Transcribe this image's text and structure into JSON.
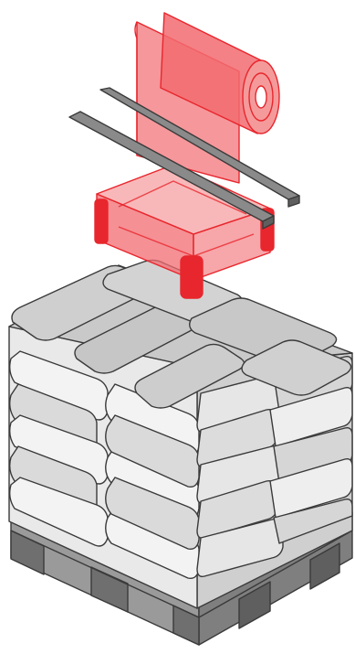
{
  "diagram": {
    "components": [
      {
        "id": "film-roll",
        "icon": "stretch-hood-film-roll-icon"
      },
      {
        "id": "guide-rails",
        "icon": "guide-rail-icon"
      },
      {
        "id": "film-hood",
        "icon": "film-hood-icon"
      },
      {
        "id": "sack-stack",
        "icon": "sack-stack-icon"
      },
      {
        "id": "pallet",
        "icon": "pallet-icon"
      }
    ],
    "sack_layers": 6,
    "colors": {
      "film": "#e8262d",
      "film_light": "#f59a9b",
      "film_fill": "#f26b70",
      "rail": "#8a8a8a",
      "rail_dark": "#5f5f5f",
      "sack_light": "#f1f1f1",
      "sack_mid": "#d2d2d2",
      "sack_top": "#c6c6c6",
      "outline": "#3a3a3a",
      "pallet": "#9a9a9a",
      "pallet_dark": "#6f6f6f"
    }
  }
}
